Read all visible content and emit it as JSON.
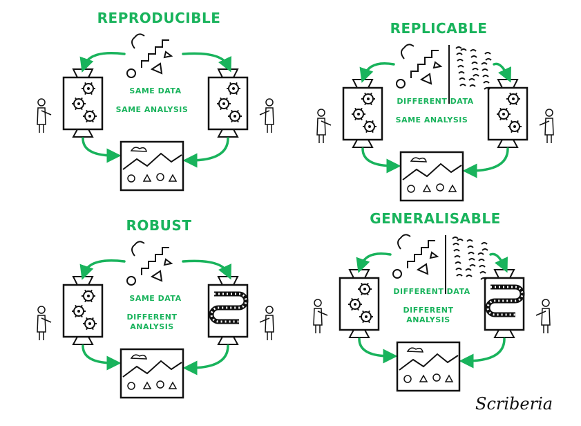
{
  "colors": {
    "accent": "#19b35c",
    "ink": "#111111"
  },
  "panels": [
    {
      "title": "REPRODUCIBLE",
      "data_label": "SAME DATA",
      "analysis_label": "SAME ANALYSIS",
      "different_data": false,
      "different_analysis": false
    },
    {
      "title": "REPLICABLE",
      "data_label": "DIFFERENT DATA",
      "analysis_label": "SAME ANALYSIS",
      "different_data": true,
      "different_analysis": false
    },
    {
      "title": "ROBUST",
      "data_label": "SAME DATA",
      "analysis_label": "DIFFERENT ANALYSIS",
      "different_data": false,
      "different_analysis": true
    },
    {
      "title": "GENERALISABLE",
      "data_label": "DIFFERENT DATA",
      "analysis_label": "DIFFERENT ANALYSIS",
      "different_data": true,
      "different_analysis": true
    }
  ],
  "logo": "Scriberia"
}
